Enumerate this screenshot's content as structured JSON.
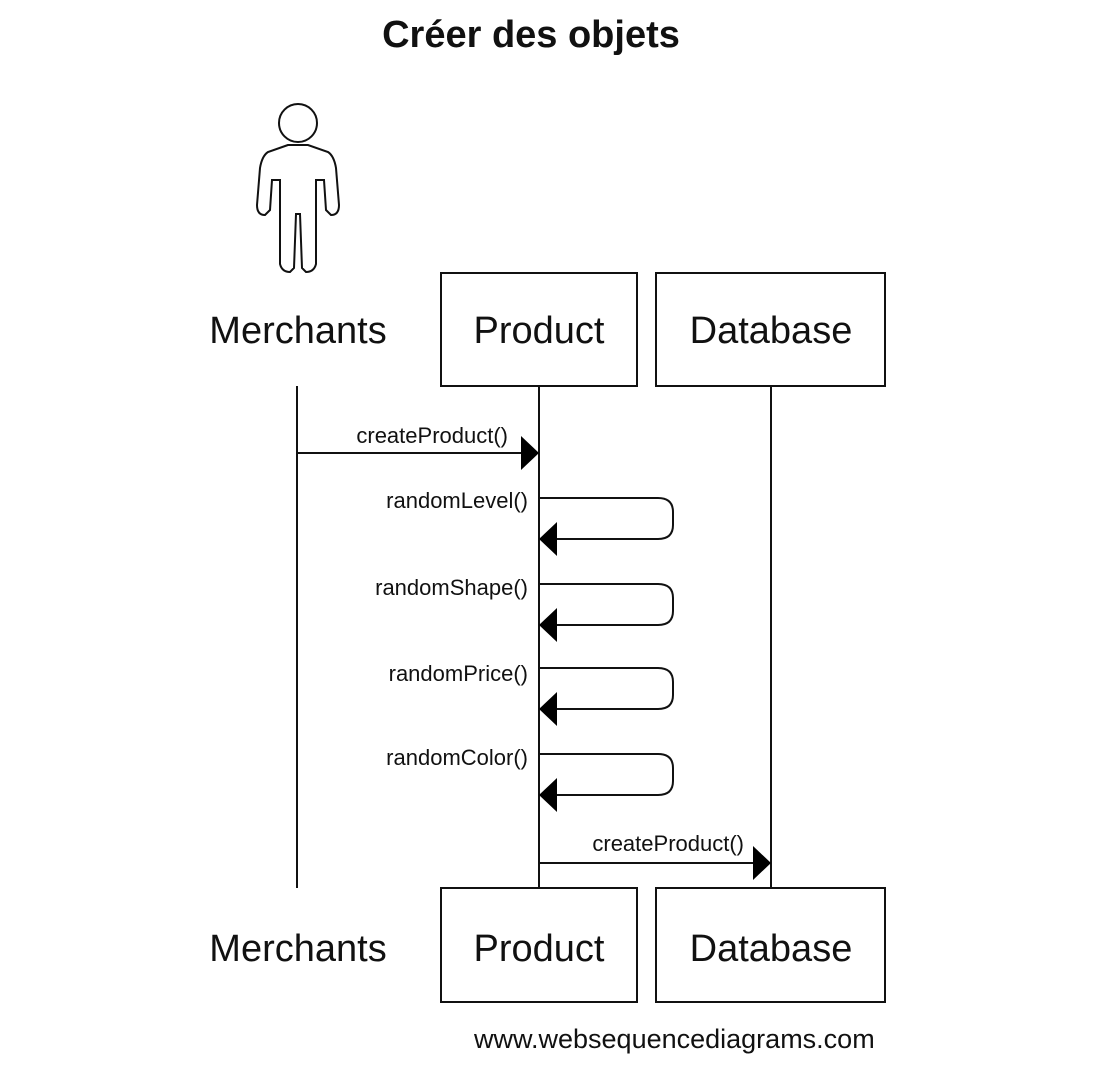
{
  "title": "Créer des objets",
  "participants": {
    "merchants": "Merchants",
    "product": "Product",
    "database": "Database"
  },
  "messages": [
    {
      "from": "Merchants",
      "to": "Product",
      "label": "createProduct()"
    },
    {
      "from": "Product",
      "to": "Product",
      "label": "randomLevel()"
    },
    {
      "from": "Product",
      "to": "Product",
      "label": "randomShape()"
    },
    {
      "from": "Product",
      "to": "Product",
      "label": "randomPrice()"
    },
    {
      "from": "Product",
      "to": "Product",
      "label": "randomColor()"
    },
    {
      "from": "Product",
      "to": "Database",
      "label": "createProduct()"
    }
  ],
  "watermark": "www.websequencediagrams.com"
}
